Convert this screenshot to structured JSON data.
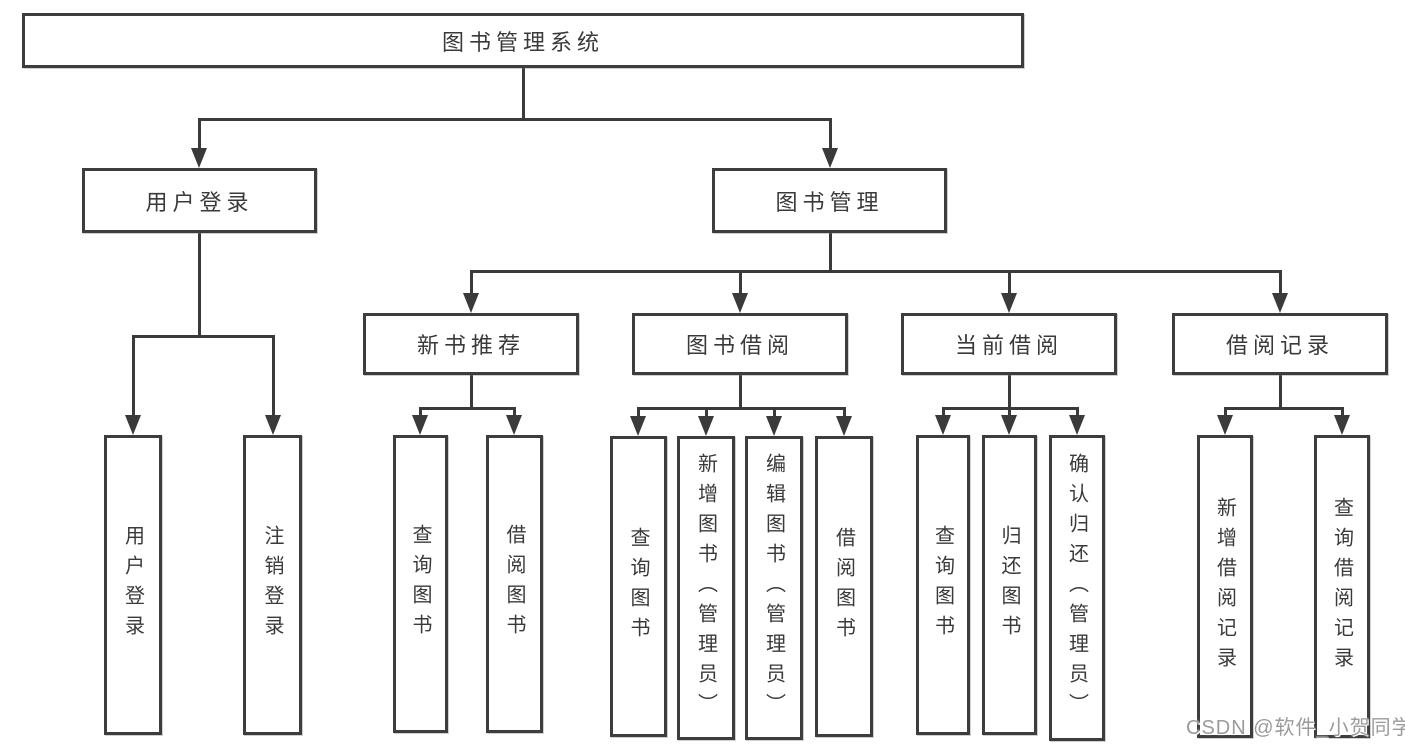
{
  "diagram": {
    "type": "tree",
    "title": "图书管理系统",
    "nodes": [
      {
        "name": "library-management-system",
        "label": "图书管理系统",
        "level": 1,
        "parent": null
      },
      {
        "name": "user-login",
        "label": "用户登录",
        "level": 2,
        "parent": "library-management-system"
      },
      {
        "name": "book-management",
        "label": "图书管理",
        "level": 2,
        "parent": "library-management-system"
      },
      {
        "name": "new-book-recommendation",
        "label": "新书推荐",
        "level": 3,
        "parent": "book-management"
      },
      {
        "name": "book-borrowing",
        "label": "图书借阅",
        "level": 3,
        "parent": "book-management"
      },
      {
        "name": "current-borrowing",
        "label": "当前借阅",
        "level": 3,
        "parent": "book-management"
      },
      {
        "name": "borrowing-records",
        "label": "借阅记录",
        "level": 3,
        "parent": "book-management"
      },
      {
        "name": "user-login-leaf",
        "label": "用户登录",
        "level": 4,
        "parent": "user-login",
        "vertical": true
      },
      {
        "name": "logout-leaf",
        "label": "注销登录",
        "level": 4,
        "parent": "user-login",
        "vertical": true
      },
      {
        "name": "query-books-recommend",
        "label": "查询图书",
        "level": 4,
        "parent": "new-book-recommendation",
        "vertical": true
      },
      {
        "name": "borrow-books-recommend",
        "label": "借阅图书",
        "level": 4,
        "parent": "new-book-recommendation",
        "vertical": true
      },
      {
        "name": "query-books-borrow",
        "label": "查询图书",
        "level": 4,
        "parent": "book-borrowing",
        "vertical": true
      },
      {
        "name": "add-books-admin",
        "label": "新增图书（管理员）",
        "level": 4,
        "parent": "book-borrowing",
        "vertical": true
      },
      {
        "name": "edit-books-admin",
        "label": "编辑图书（管理员）",
        "level": 4,
        "parent": "book-borrowing",
        "vertical": true
      },
      {
        "name": "borrow-books",
        "label": "借阅图书",
        "level": 4,
        "parent": "book-borrowing",
        "vertical": true
      },
      {
        "name": "query-books-current",
        "label": "查询图书",
        "level": 4,
        "parent": "current-borrowing",
        "vertical": true
      },
      {
        "name": "return-books",
        "label": "归还图书",
        "level": 4,
        "parent": "current-borrowing",
        "vertical": true
      },
      {
        "name": "confirm-return-admin",
        "label": "确认归还（管理员）",
        "level": 4,
        "parent": "current-borrowing",
        "vertical": true
      },
      {
        "name": "add-borrowing-record",
        "label": "新增借阅记录",
        "level": 4,
        "parent": "borrowing-records",
        "vertical": true
      },
      {
        "name": "query-borrowing-record",
        "label": "查询借阅记录",
        "level": 4,
        "parent": "borrowing-records",
        "vertical": true
      }
    ]
  },
  "watermark": {
    "text": "CSDN @软件_小贺同学"
  },
  "colors": {
    "line": "#3a3a3a",
    "box_border": "#3d3d3d",
    "box_fill": "#ffffff",
    "text": "#3a3a3a",
    "watermark": "#9b9b9b",
    "background": "#ffffff"
  }
}
